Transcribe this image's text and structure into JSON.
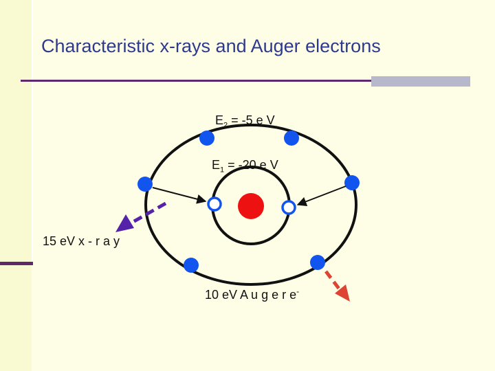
{
  "title": "Characteristic x-rays and Auger electrons",
  "labels": {
    "e2": {
      "prefix": "E",
      "sub": "2",
      "value": "=  -5   e V"
    },
    "e1": {
      "prefix": "E",
      "sub": "1",
      "value": "=  -20  e V"
    },
    "xray": "15 eV  x - r a y",
    "auger": "10 eV   A u g e r",
    "auger_particle": {
      "base": "e",
      "sup": "-"
    }
  },
  "colors": {
    "nucleus": "#ee1111",
    "electron": "#1155ee",
    "xray_arrow": "#5522aa",
    "auger_arrow": "#dd4433",
    "title": "#2d3a8c",
    "accent": "#5e2a6c"
  }
}
